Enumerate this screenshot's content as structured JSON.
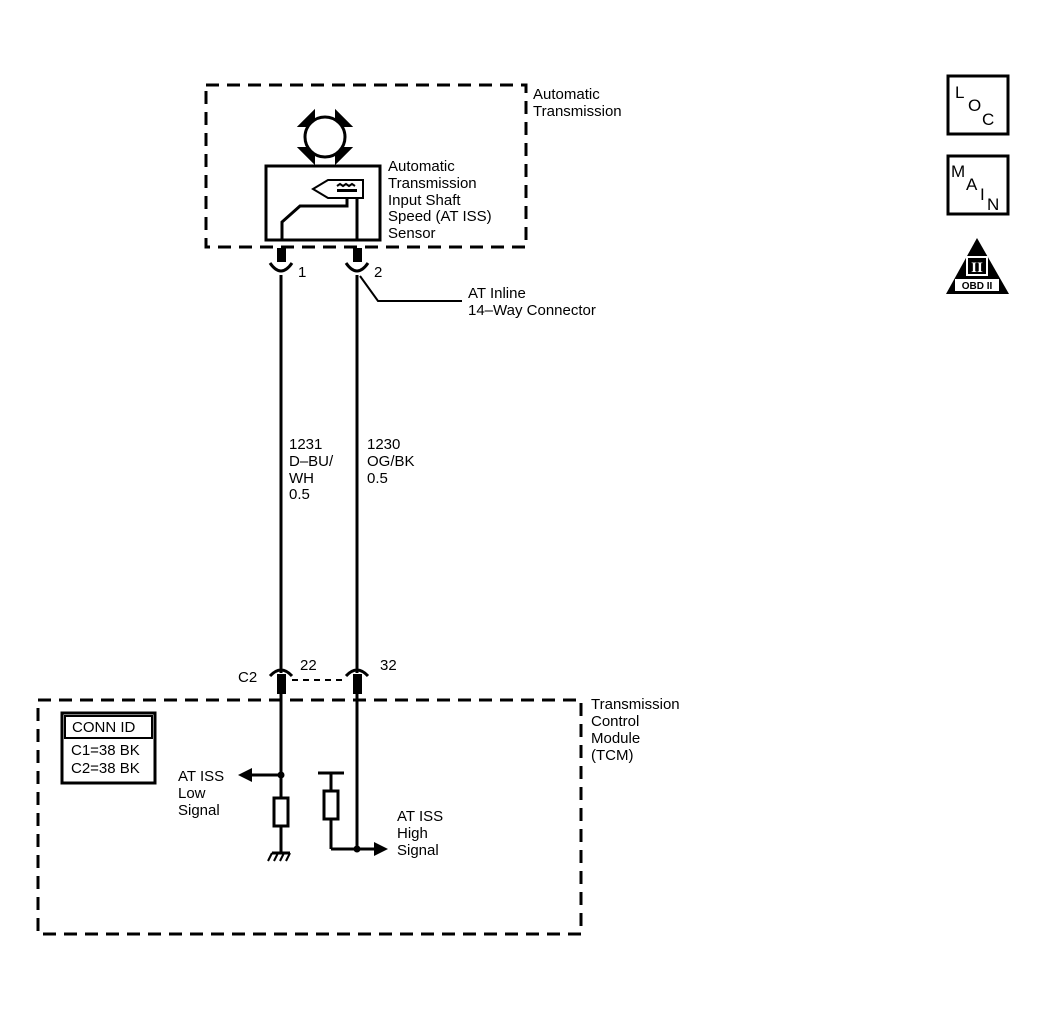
{
  "components": {
    "transmission": {
      "lines": [
        "Automatic",
        "Transmission"
      ]
    },
    "sensor": {
      "lines": [
        "Automatic",
        "Transmission",
        "Input Shaft",
        "Speed (AT ISS)",
        "Sensor"
      ]
    },
    "tcm": {
      "lines": [
        "Transmission",
        "Control",
        "Module",
        "(TCM)"
      ]
    }
  },
  "connectors": {
    "inline": {
      "lines": [
        "AT Inline",
        "14–Way Connector"
      ],
      "pin_left": "1",
      "pin_right": "2"
    },
    "tcm": {
      "name": "C2",
      "pin_left": "22",
      "pin_right": "32"
    }
  },
  "wires": {
    "left": {
      "lines": [
        "1231",
        "D–BU/",
        "WH",
        "0.5"
      ]
    },
    "right": {
      "lines": [
        "1230",
        "OG/BK",
        "0.5"
      ]
    }
  },
  "conn_id": {
    "title": "CONN ID",
    "lines": [
      "C1=38 BK",
      "C2=38 BK"
    ]
  },
  "signals": {
    "low": {
      "lines": [
        "AT ISS",
        "Low",
        "Signal"
      ]
    },
    "high": {
      "lines": [
        "AT ISS",
        "High",
        "Signal"
      ]
    }
  },
  "icons": {
    "loc": {
      "letters": [
        "L",
        "O",
        "C"
      ]
    },
    "main": {
      "letters": [
        "M",
        "A",
        "I",
        "N"
      ]
    },
    "obd": {
      "roman": "II",
      "label": "OBD II"
    }
  }
}
